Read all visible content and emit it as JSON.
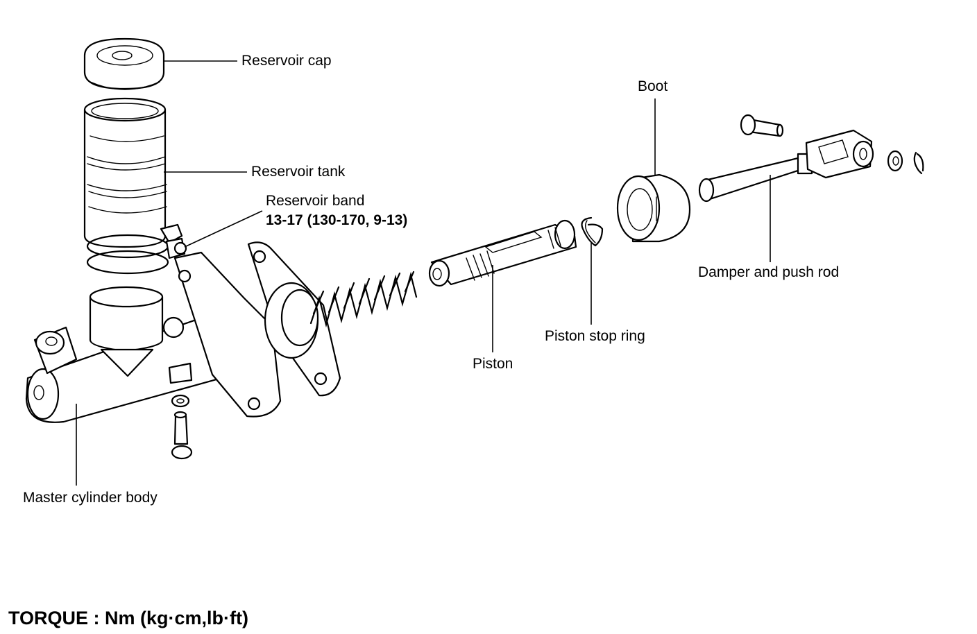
{
  "labels": {
    "reservoir_cap": "Reservoir cap",
    "reservoir_tank": "Reservoir tank",
    "reservoir_band": "Reservoir band",
    "reservoir_band_torque": "13-17 (130-170, 9-13)",
    "boot": "Boot",
    "damper_push_rod": "Damper and push rod",
    "piston_stop_ring": "Piston stop ring",
    "piston": "Piston",
    "master_cylinder_body": "Master cylinder body"
  },
  "footer": {
    "torque_legend": "TORQUE : Nm (kg·cm,lb·ft)"
  }
}
